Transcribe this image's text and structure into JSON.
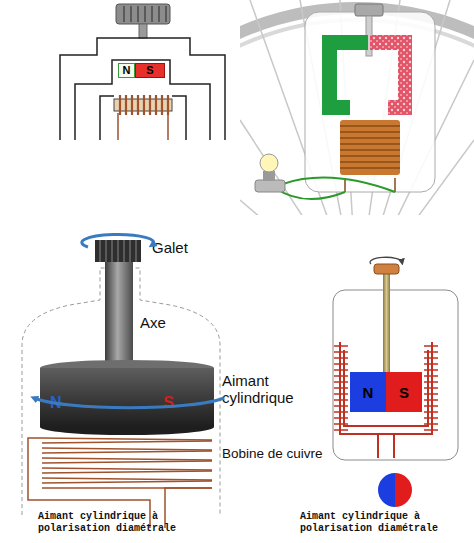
{
  "diagram": {
    "nodes": [
      {
        "text": [
          "N"
        ]
      },
      {
        "text": [
          "S"
        ]
      },
      {
        "text": [
          "N",
          "S"
        ]
      },
      {
        "text": [
          "N"
        ]
      },
      {
        "text": [
          "S"
        ]
      }
    ],
    "labels": [
      "Galet",
      "Axe",
      "Aimant cylindrique",
      "Bobine de cuivre",
      "Aimant cylindrique à polarisation diamétrale",
      "Aimant cylindrique à polarisation diamétrale"
    ]
  }
}
